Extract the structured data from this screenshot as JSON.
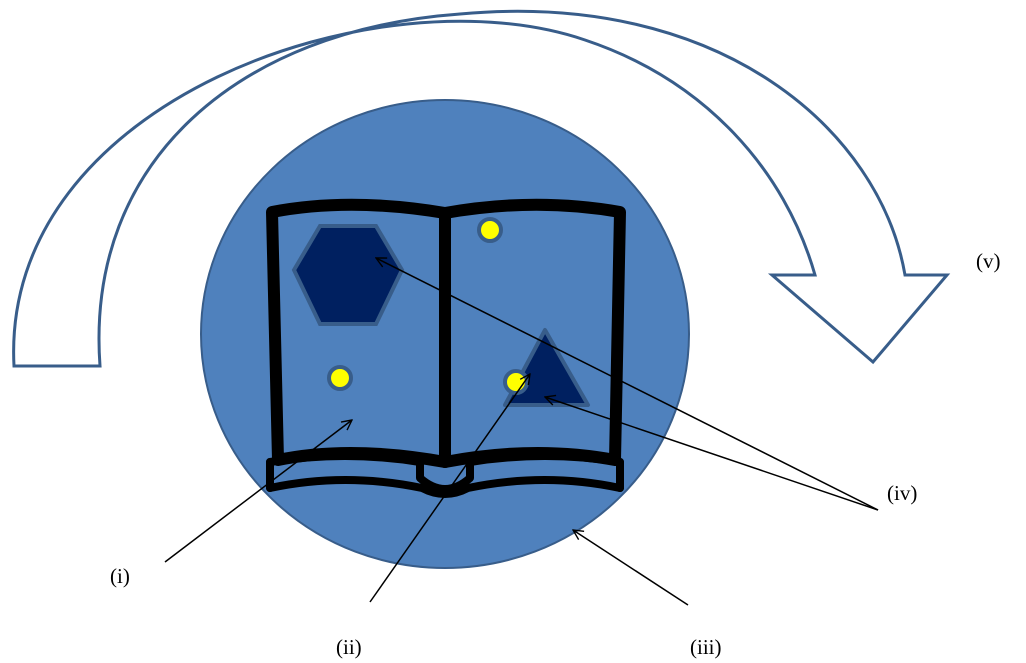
{
  "labels": {
    "i": "(i)",
    "ii": "(ii)",
    "iii": "(iii)",
    "iv": "(iv)",
    "v": "(v)"
  },
  "colors": {
    "background": "#ffffff",
    "circle_fill": "#4f81bd",
    "circle_stroke": "#385d8a",
    "arrow_fill": "#ffffff",
    "arrow_stroke": "#385d8a",
    "book_outline": "#000000",
    "hexagon_fill": "#002060",
    "triangle_fill": "#002060",
    "dot_fill": "#ffff00",
    "leader_line": "#000000"
  },
  "icons": {
    "curved_arrow": "curved-arrow-icon",
    "book": "open-book-icon",
    "hexagon": "hexagon-shape",
    "triangle": "triangle-shape",
    "dots": "yellow-dot-shape"
  }
}
